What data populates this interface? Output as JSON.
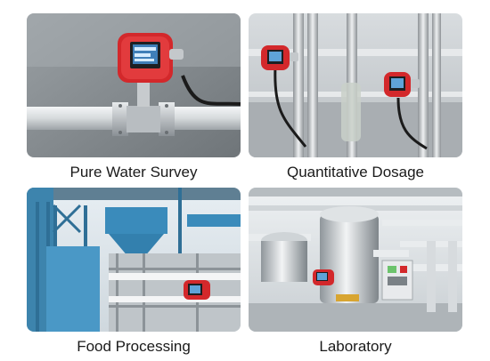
{
  "tiles": [
    {
      "caption": "Pure Water Survey",
      "accent": "#d3282b"
    },
    {
      "caption": "Quantitative Dosage",
      "accent": "#d3282b"
    },
    {
      "caption": "Food Processing",
      "accent": "#d3282b"
    },
    {
      "caption": "Laboratory",
      "accent": "#d3282b"
    }
  ]
}
